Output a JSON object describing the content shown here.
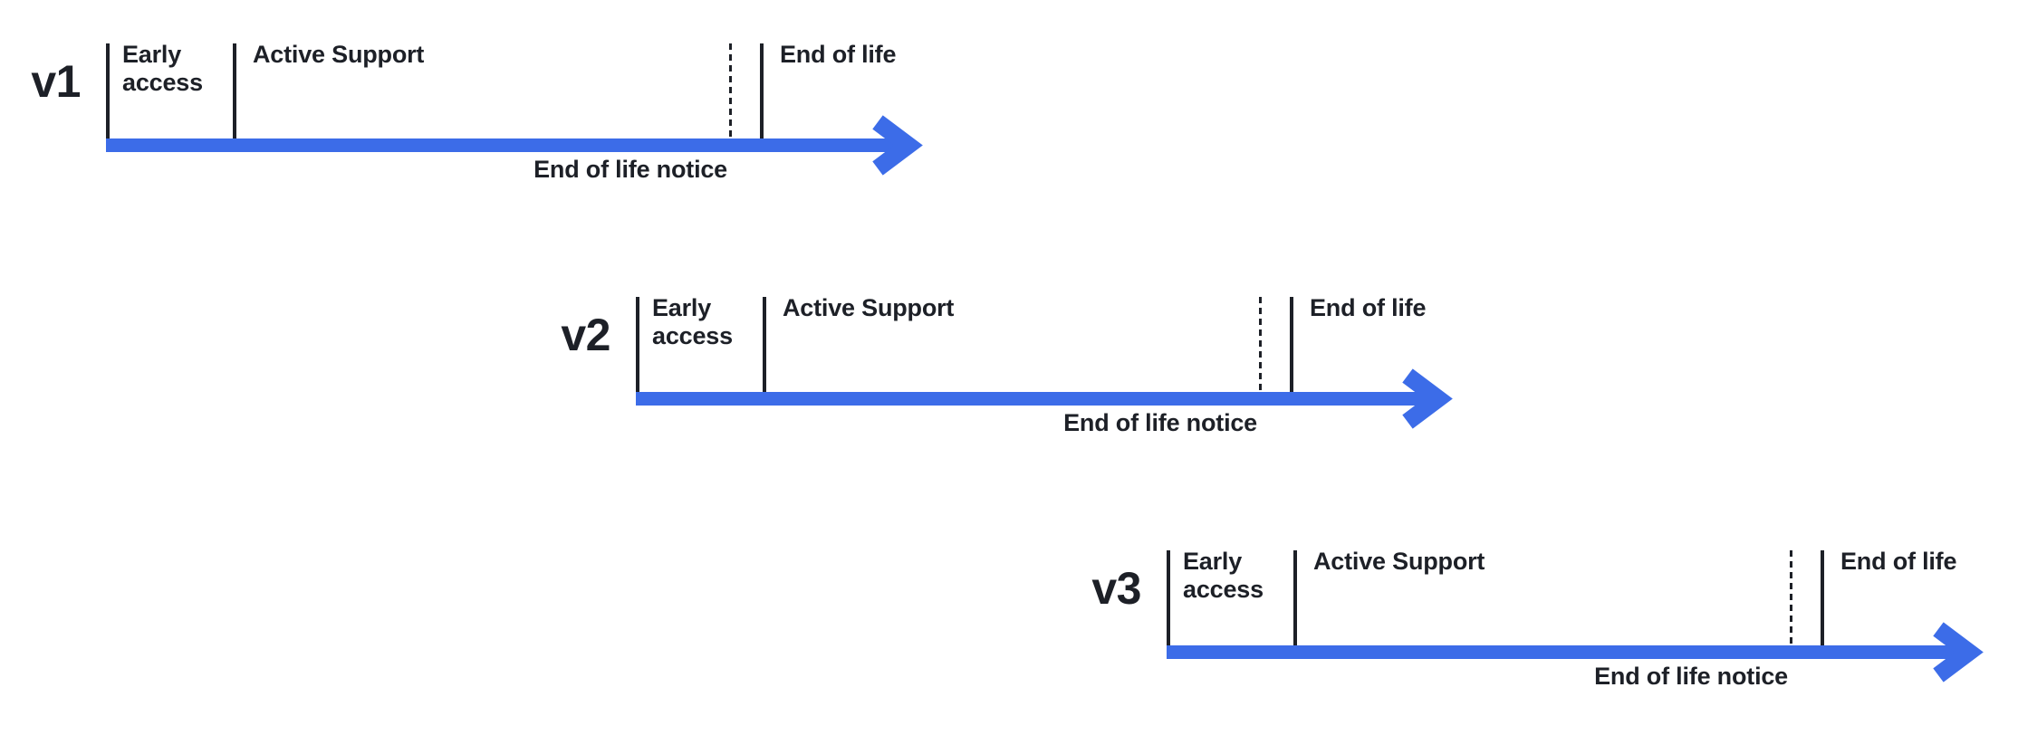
{
  "diagram": {
    "type": "version-lifecycle-timelines",
    "background_color": "#ffffff",
    "arrow_color": "#3c6ce8",
    "text_color": "#1d2027"
  },
  "timelines": [
    {
      "version": "v1",
      "labels": {
        "early_access": "Early access",
        "active_support": "Active Support",
        "end_of_life": "End of life",
        "end_of_life_notice": "End of life notice"
      }
    },
    {
      "version": "v2",
      "labels": {
        "early_access": "Early access",
        "active_support": "Active Support",
        "end_of_life": "End of life",
        "end_of_life_notice": "End of life notice"
      }
    },
    {
      "version": "v3",
      "labels": {
        "early_access": "Early access",
        "active_support": "Active Support",
        "end_of_life": "End of life",
        "end_of_life_notice": "End of life notice"
      }
    }
  ]
}
